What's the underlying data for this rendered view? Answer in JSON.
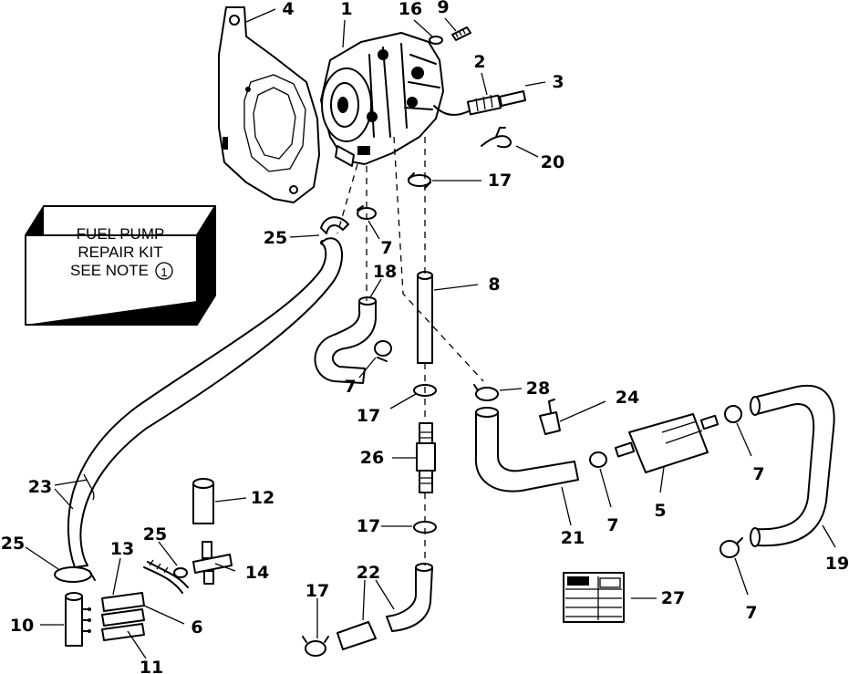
{
  "kit": {
    "line1": "FUEL PUMP",
    "line2": "REPAIR KIT",
    "line3": "SEE NOTE",
    "note_symbol": "1"
  },
  "callouts": {
    "c1": "1",
    "c2": "2",
    "c3": "3",
    "c4": "4",
    "c5": "5",
    "c6": "6",
    "c7": "7",
    "c8": "8",
    "c9": "9",
    "c10": "10",
    "c11": "11",
    "c12": "12",
    "c13": "13",
    "c14": "14",
    "c16": "16",
    "c17": "17",
    "c18": "18",
    "c19": "19",
    "c20": "20",
    "c21": "21",
    "c22": "22",
    "c23": "23",
    "c24": "24",
    "c25": "25",
    "c26": "26",
    "c27": "27",
    "c28": "28"
  }
}
